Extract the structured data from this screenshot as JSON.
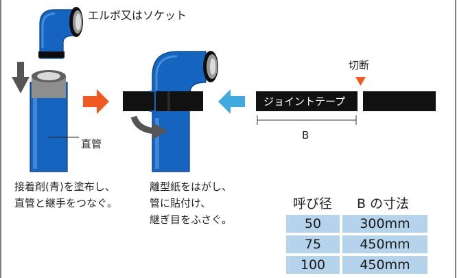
{
  "labels": {
    "elbow": "エルボ又はソケット",
    "cut": "切断",
    "tape": "ジョイントテープ",
    "b": "B",
    "pipe": "直管"
  },
  "steps": [
    {
      "line1": "接着剤(青)を塗布し、",
      "line2": "直管と継手をつなぐ。"
    },
    {
      "line1": "離型紙をはがし、",
      "line2": "管に貼付け、",
      "line3": "継ぎ目をふさぐ。"
    }
  ],
  "table": {
    "headers": [
      "呼び径",
      "B の寸法"
    ],
    "rows": [
      {
        "diameter": "50",
        "b": "300mm"
      },
      {
        "diameter": "75",
        "b": "450mm"
      },
      {
        "diameter": "100",
        "b": "450mm"
      }
    ]
  },
  "colors": {
    "pipe_blue": "#1565c0",
    "tape_black": "#111111",
    "arrow_orange": "#f05a22",
    "arrow_blue": "#3fa9e0",
    "arrow_gray": "#555555",
    "table_cell": "#b5d4ec"
  }
}
